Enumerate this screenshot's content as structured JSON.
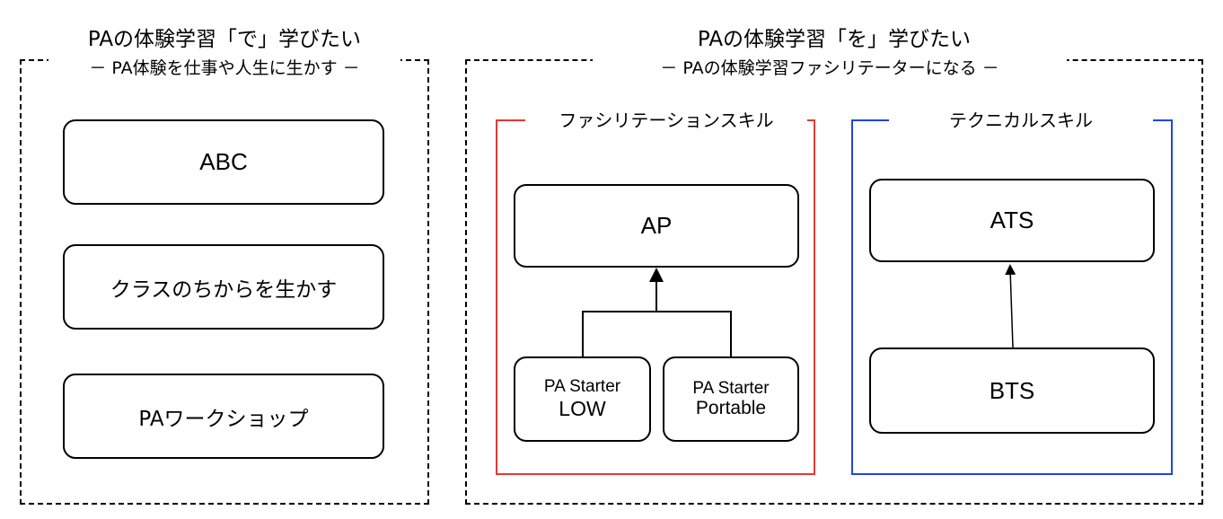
{
  "left_panel": {
    "title": "PAの体験学習「で」学びたい",
    "subtitle": "－ PA体験を仕事や人生に生かす －",
    "items": [
      {
        "label": "ABC"
      },
      {
        "label": "クラスのちからを生かす"
      },
      {
        "label": "PAワークショップ"
      }
    ]
  },
  "right_panel": {
    "title": "PAの体験学習「を」学びたい",
    "subtitle": "－ PAの体験学習ファシリテーターになる －",
    "facilitation": {
      "label": "ファシリテーションスキル",
      "color": "#e53935",
      "top_node": "AP",
      "child_nodes": [
        {
          "line1": "PA Starter",
          "line2": "LOW"
        },
        {
          "line1": "PA Starter",
          "line2": "Portable"
        }
      ]
    },
    "technical": {
      "label": "テクニカルスキル",
      "color": "#1f45e6",
      "top_node": "ATS",
      "bottom_node": "BTS"
    }
  }
}
